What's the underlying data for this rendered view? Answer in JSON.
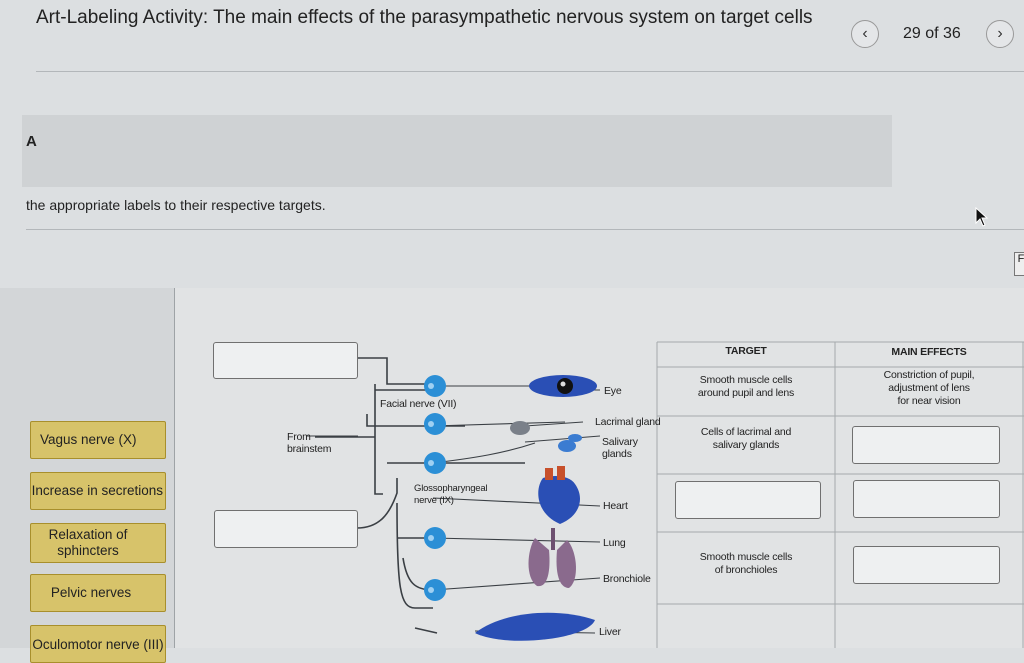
{
  "header": {
    "title": "Art-Labeling Activity: The main effects of the parasympathetic nervous system on target cells",
    "counter": "29 of 36",
    "prev_icon": "chevron-left-icon",
    "next_icon": "chevron-right-icon"
  },
  "section": {
    "letter": "A",
    "instruction": "the appropriate labels to their respective targets."
  },
  "side_tab": "F",
  "label_bank": [
    {
      "text": "Vagus nerve (X)"
    },
    {
      "text": "Increase in secretions"
    },
    {
      "text": "Relaxation of\nsphincters"
    },
    {
      "text": "Pelvic nerves"
    },
    {
      "text": "Oculomotor nerve (III)"
    }
  ],
  "diagram": {
    "from_brainstem": "From\nbrainstem",
    "facial_nerve": "Facial nerve (VII)",
    "glossopharyngeal": "Glossopharyngeal\nnerve (IX)",
    "organs": {
      "eye": "Eye",
      "lacrimal": "Lacrimal gland",
      "salivary": "Salivary\nglands",
      "heart": "Heart",
      "lung": "Lung",
      "bronchiole": "Bronchiole",
      "liver": "Liver"
    }
  },
  "table": {
    "target_header": "TARGET",
    "effects_header": "MAIN EFFECTS",
    "rows": [
      {
        "target": "Smooth muscle cells\naround pupil and lens",
        "effect": "Constriction of pupil,\nadjustment of lens\nfor near vision"
      },
      {
        "target": "Cells of lacrimal and\nsalivary glands",
        "effect": ""
      },
      {
        "target": "",
        "effect": ""
      },
      {
        "target": "Smooth muscle cells\nof bronchioles",
        "effect": ""
      }
    ]
  },
  "colors": {
    "chip": "#d7c36a",
    "ganglion": "#2b8fd6",
    "organ": "#2a4fb5"
  }
}
